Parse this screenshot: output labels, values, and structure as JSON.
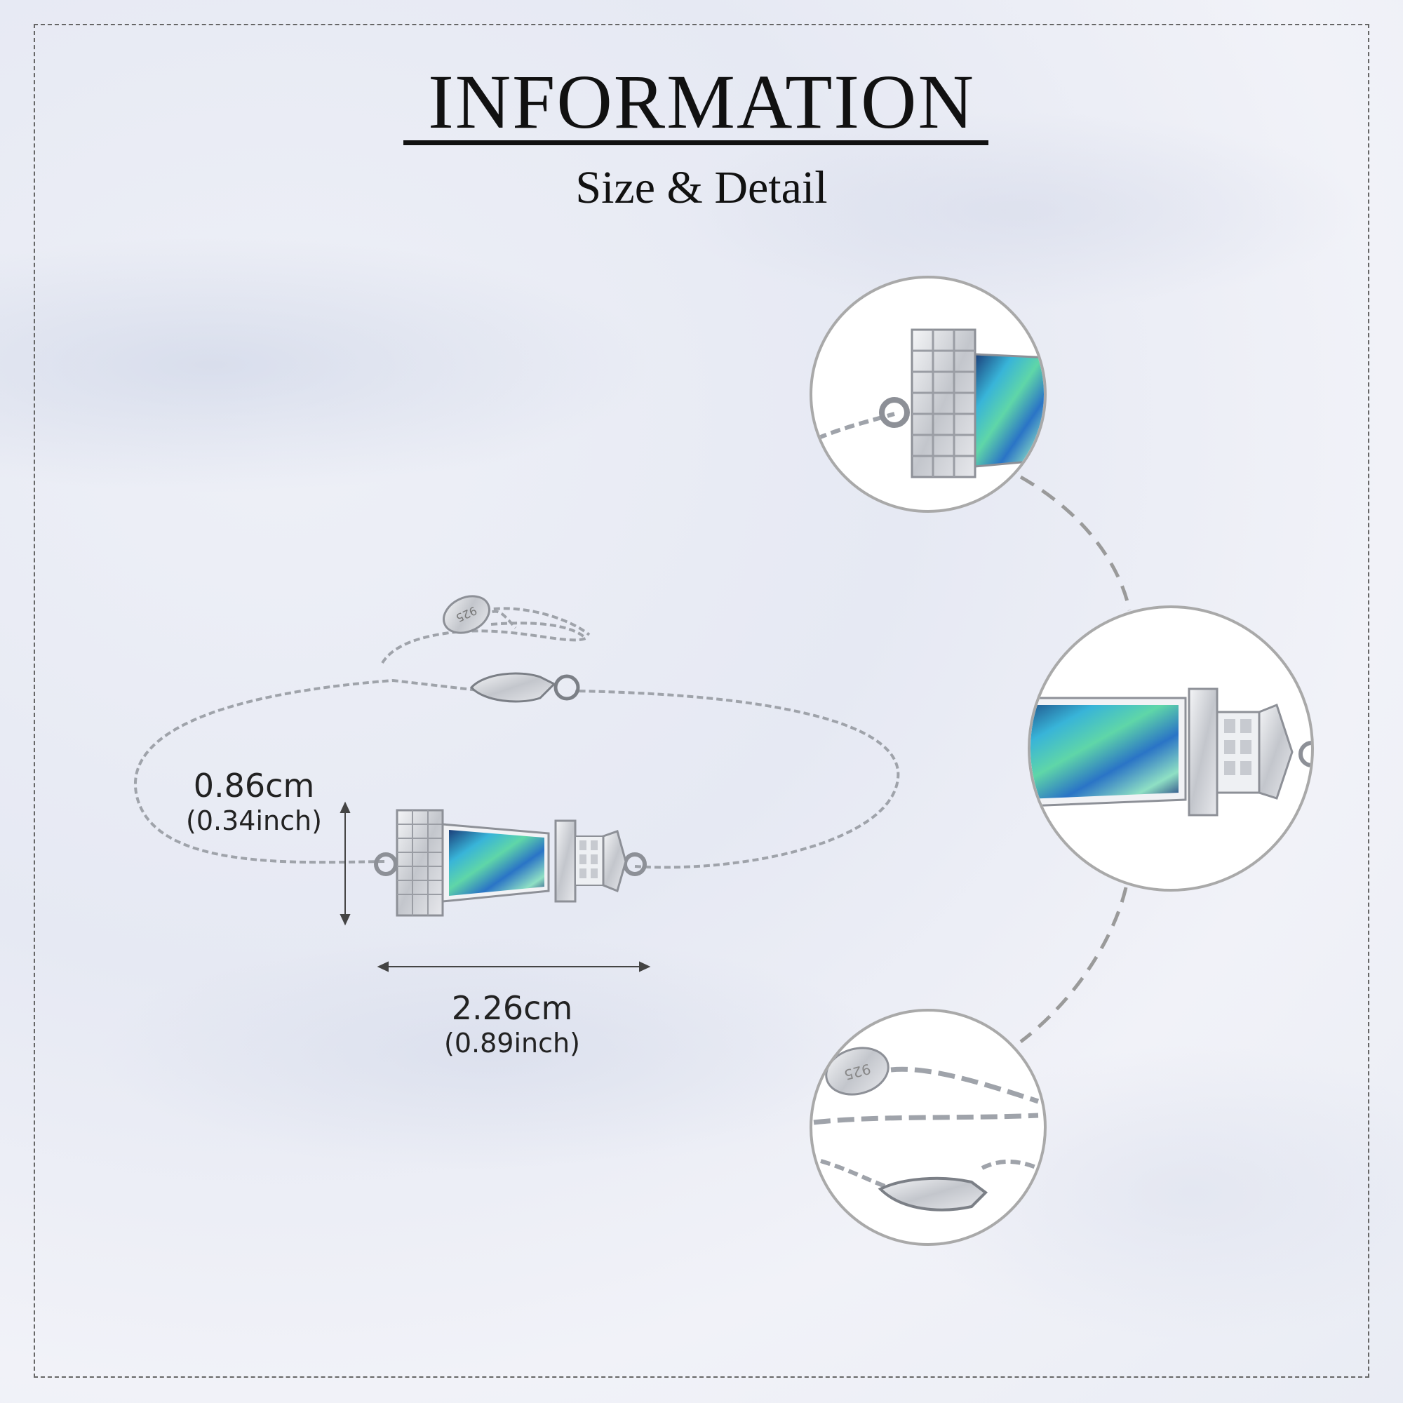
{
  "header": {
    "title": "INFORMATION",
    "subtitle": "Size & Detail"
  },
  "dimensions": {
    "height_cm": "0.86cm",
    "height_inch": "(0.34inch)",
    "width_cm": "2.26cm",
    "width_inch": "(0.89inch)"
  },
  "colors": {
    "silver": "#c9ccd2",
    "abalone_blue": "#2f8fd6",
    "abalone_green": "#48c9a8",
    "abalone_dark": "#1b3f7a",
    "circle_border": "#a9a9a9",
    "dash_line": "#9a9a9a"
  },
  "product": {
    "tag_text": "925",
    "icons": [
      "lighthouse-pendant-icon",
      "chain-icon",
      "lobster-clasp-icon",
      "charm-tag-icon"
    ]
  }
}
